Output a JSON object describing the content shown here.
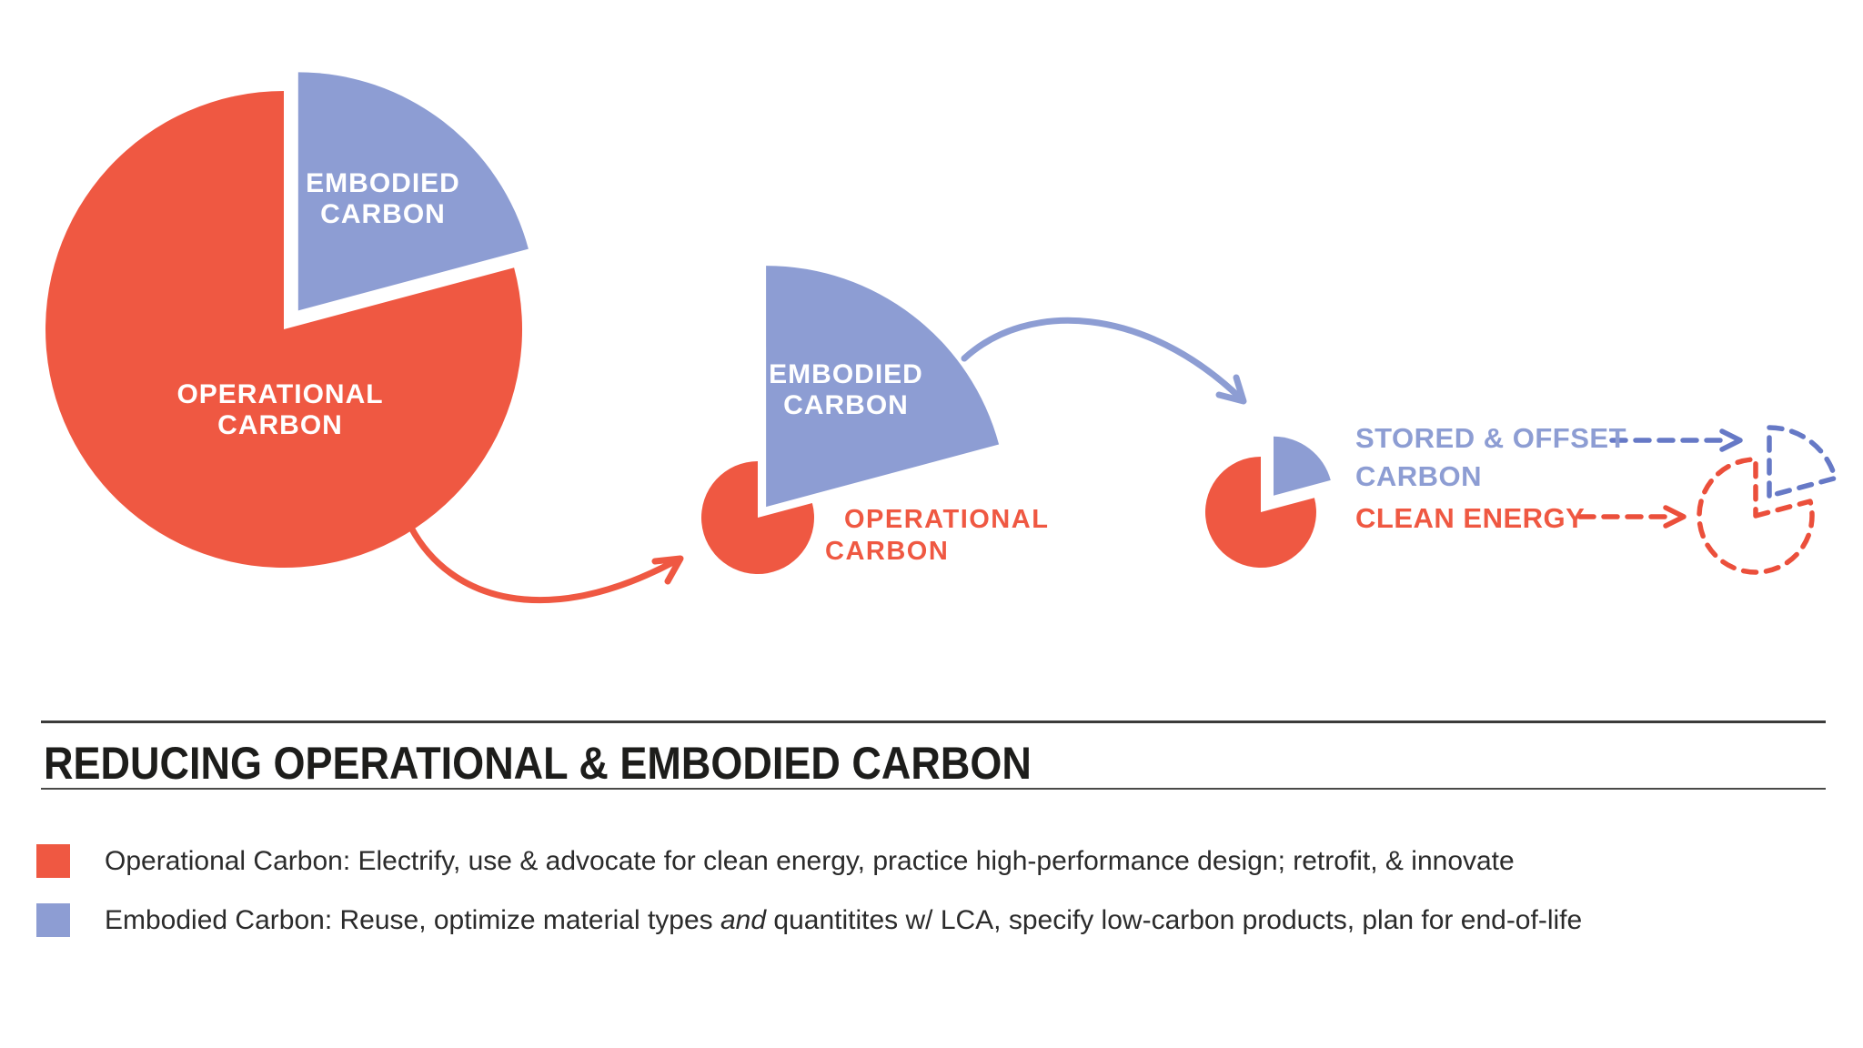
{
  "title": {
    "text": "REDUCING OPERATIONAL & EMBODIED CARBON"
  },
  "colors": {
    "operational_red": "#EF5842",
    "embodied_blue": "#8D9DD3",
    "dashed_red": "#EB4F3B",
    "dashed_blue": "#6679C6",
    "title_ink": "#1D1D1B",
    "legend_ink": "#2B2B2B"
  },
  "pies": {
    "big": {
      "embodied_line1": "EMBODIED",
      "embodied_line2": "CARBON",
      "operational_line1": "OPERATIONAL",
      "operational_line2": "CARBON"
    },
    "mid": {
      "embodied_line1": "EMBODIED",
      "embodied_line2": "CARBON",
      "operational_line1": "OPERATIONAL",
      "operational_line2": "CARBON"
    },
    "small": {
      "stored_line1": "STORED & OFFSET",
      "stored_line2": "CARBON",
      "clean_energy": "CLEAN ENERGY"
    }
  },
  "legend": {
    "rows": [
      {
        "name": "operational",
        "text_before": "Operational Carbon: Electrify, use & advocate for clean energy, practice high-performance design; retrofit, & innovate",
        "italic": "",
        "text_after": ""
      },
      {
        "name": "embodied",
        "text_before": "Embodied Carbon: Reuse, optimize material types ",
        "italic": "and",
        "text_after": " quantitites w/ LCA, specify low-carbon products, plan for end-of-life"
      }
    ]
  },
  "chart_data": {
    "type": "pie",
    "title": "REDUCING OPERATIONAL & EMBODIED CARBON",
    "wedge_angle_deg": 75,
    "slices": [
      {
        "label": "Operational Carbon",
        "fraction": 0.79,
        "color": "#EF5842"
      },
      {
        "label": "Embodied Carbon",
        "fraction": 0.21,
        "color": "#8D9DD3"
      }
    ],
    "stages": [
      {
        "step": 1,
        "name": "baseline",
        "labels": [
          "EMBODIED CARBON",
          "OPERATIONAL CARBON"
        ],
        "note": "full-size pie, embodied slice exploded"
      },
      {
        "step": 2,
        "name": "operational-reduced",
        "labels": [
          "EMBODIED CARBON",
          "OPERATIONAL CARBON"
        ],
        "note": "operational pie shrunk, embodied wedge unchanged"
      },
      {
        "step": 3,
        "name": "both-reduced",
        "labels": [
          "STORED & OFFSET CARBON",
          "CLEAN ENERGY"
        ],
        "note": "small pie after reductions"
      },
      {
        "step": 4,
        "name": "target",
        "labels": [],
        "note": "dashed outline pie: remaining carbon stored/offset, energy clean"
      }
    ],
    "legend_position": "bottom",
    "grid": false
  }
}
